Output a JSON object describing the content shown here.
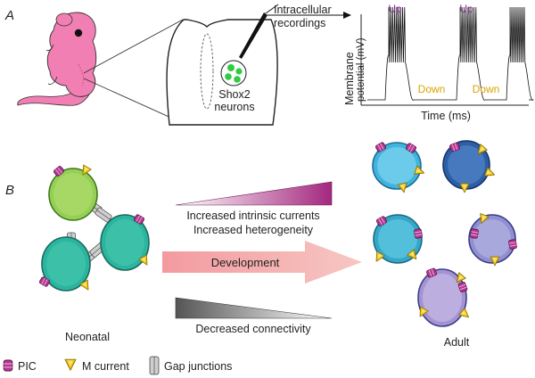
{
  "panel_a": {
    "letter": "A",
    "recording_label_line1": "Intracellular",
    "recording_label_line2": "recordings",
    "neurons_label_line1": "Shox2",
    "neurons_label_line2": "neurons",
    "trace": {
      "ylabel_line1": "Membrane",
      "ylabel_line2": "potential (mV)",
      "xlabel": "Time (ms)",
      "up_label": "Up",
      "down_label": "Down"
    }
  },
  "panel_b": {
    "letter": "B",
    "increase_line1": "Increased intrinsic currents",
    "increase_line2": "Increased heterogeneity",
    "development": "Development",
    "decrease": "Decreased connectivity",
    "neonatal": "Neonatal",
    "adult": "Adult"
  },
  "legend": {
    "pic": "PIC",
    "m_current": "M current",
    "gap_junctions": "Gap junctions"
  },
  "colors": {
    "pup": "#f27fb3",
    "neuron_green": "#2ecc40",
    "pic": "#b0388f",
    "m_current": "#f2c611",
    "gap": "#bdbdbd",
    "development_arrow": "#f4b0b0",
    "up": "#7b2d83",
    "down": "#d9a400"
  }
}
